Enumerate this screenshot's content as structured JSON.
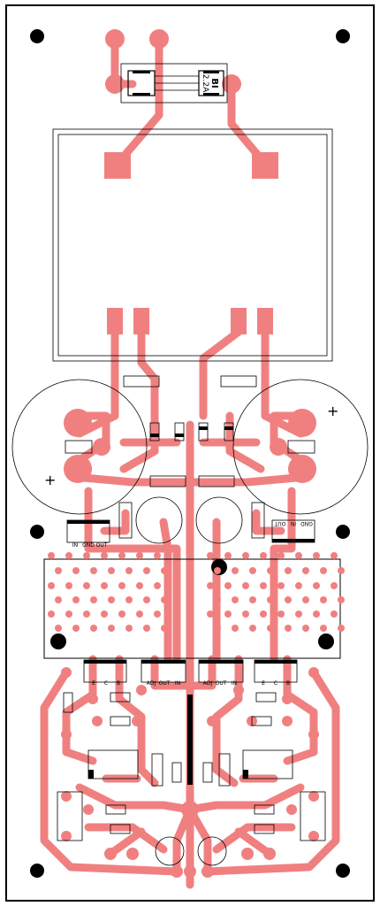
{
  "colors": {
    "copper": "#f08080",
    "outline": "#000000",
    "background": "#ffffff"
  },
  "fuse": {
    "designator": "BI",
    "rating": "2.2A"
  },
  "polarity_mark": "+",
  "regulator_pins_left": [
    "IN",
    "GND",
    "OUT"
  ],
  "regulator_pins_right": [
    "OUT",
    "IN",
    "GND"
  ],
  "transistor_pins_left": [
    "E",
    "C",
    "B"
  ],
  "transistor_pins_right": [
    "E",
    "C",
    "B"
  ],
  "adj_pins_left": [
    "ADJ",
    "OUT",
    "IN"
  ],
  "adj_pins_right": [
    "ADJ",
    "OUT",
    "IN"
  ]
}
